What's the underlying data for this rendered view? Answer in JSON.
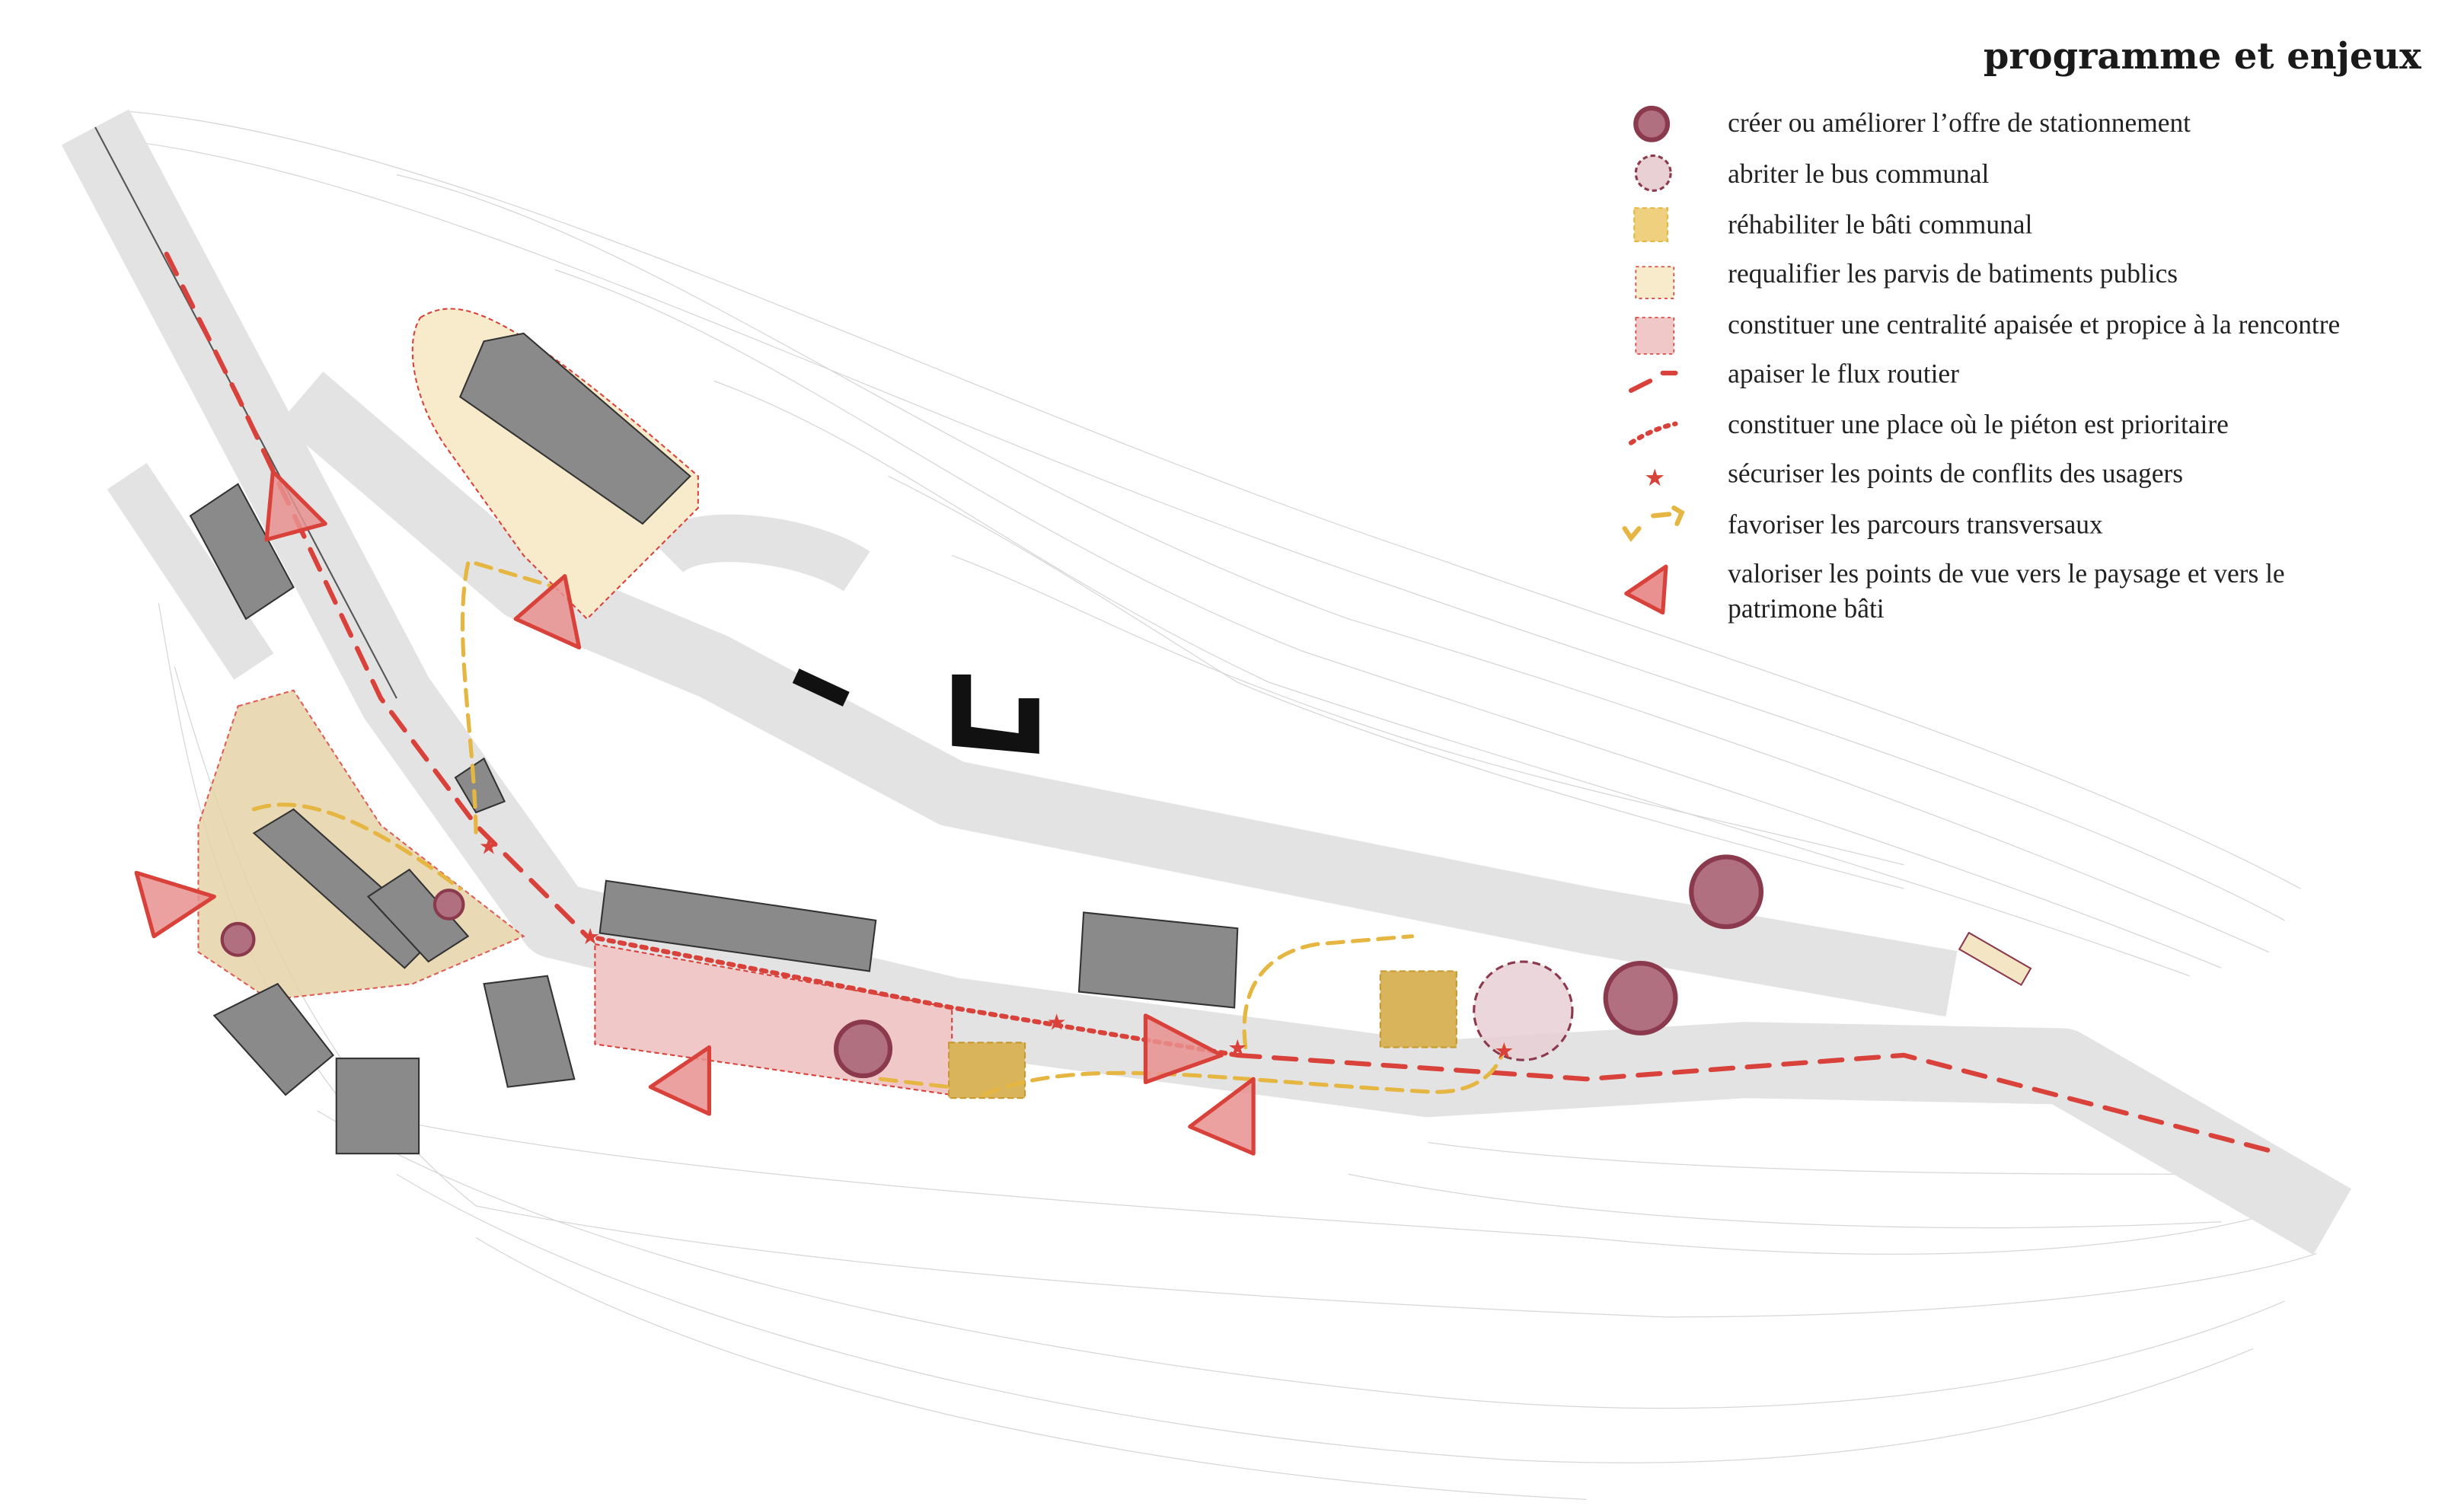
{
  "legend": {
    "title": "programme et enjeux",
    "items": [
      {
        "icon": "parking-circle-icon",
        "label": "créer ou améliorer l’offre de stationnement"
      },
      {
        "icon": "bus-circle-dashed-icon",
        "label": "abriter le bus communal"
      },
      {
        "icon": "yellow-square-icon",
        "label": "réhabiliter le bâti communal"
      },
      {
        "icon": "cream-square-dashed-icon",
        "label": "requalifier les parvis de batiments publics"
      },
      {
        "icon": "pink-square-dashed-icon",
        "label": "constituer une centralité apaisée et propice à la rencontre"
      },
      {
        "icon": "red-dashed-line-icon",
        "label": "apaiser le flux routier"
      },
      {
        "icon": "red-dotted-line-icon",
        "label": "constituer une place où le piéton est prioritaire"
      },
      {
        "icon": "red-star-icon",
        "label": "sécuriser les points de conflits des usagers"
      },
      {
        "icon": "yellow-dashed-arrows-icon",
        "label": "favoriser les parcours transversaux"
      },
      {
        "icon": "view-triangle-icon",
        "label_line1": "valoriser les points de vue vers le paysage et vers le",
        "label_line2": "patrimone bâti"
      }
    ]
  },
  "colors": {
    "parking": "#b07080",
    "parking_stroke": "#8b3a4e",
    "bus": "#e8d0d5",
    "rehab": "#d9b45a",
    "parvis": "#f8ebcb",
    "centralite": "#f1c8c8",
    "route": "#d9423a",
    "transverse": "#e6b642",
    "road": "#e3e3e3"
  }
}
